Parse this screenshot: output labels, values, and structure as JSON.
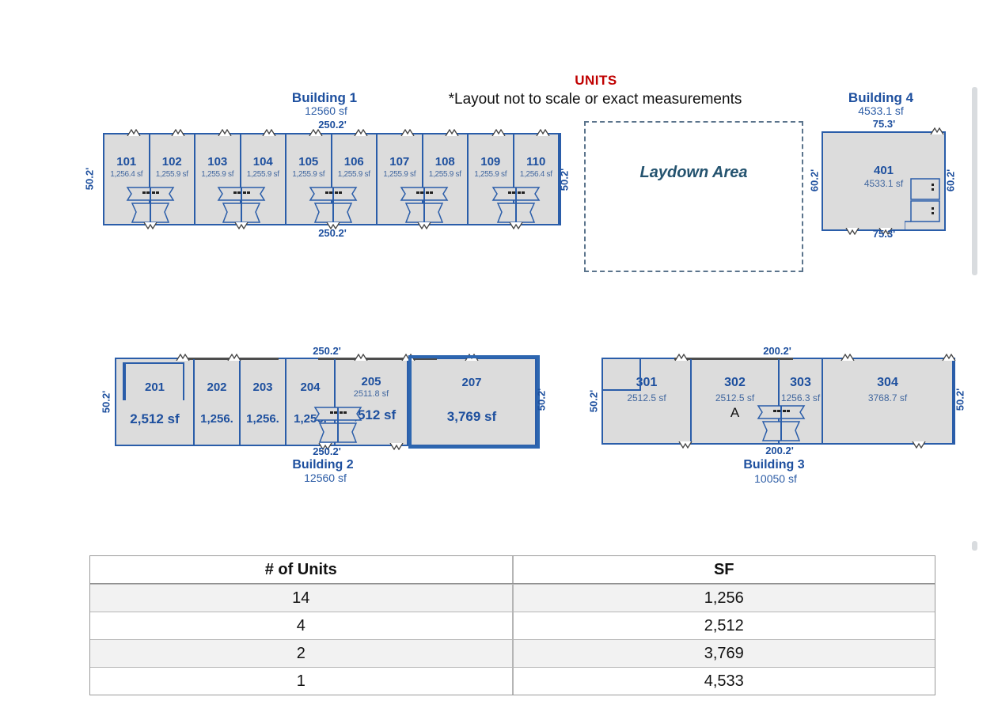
{
  "header": {
    "units_title": "UNITS",
    "disclaimer": "*Layout not to scale or exact measurements"
  },
  "laydown": {
    "label": "Laydown Area"
  },
  "buildings": {
    "b1": {
      "name": "Building 1",
      "total_sf": "12560 sf",
      "dim_top": "250.2'",
      "dim_bottom": "250.2'",
      "dim_left": "50.2'",
      "dim_right": "50.2'",
      "units": [
        {
          "number": "101",
          "sf": "1,256.4 sf"
        },
        {
          "number": "102",
          "sf": "1,255.9 sf"
        },
        {
          "number": "103",
          "sf": "1,255.9 sf"
        },
        {
          "number": "104",
          "sf": "1,255.9 sf"
        },
        {
          "number": "105",
          "sf": "1,255.9 sf"
        },
        {
          "number": "106",
          "sf": "1,255.9 sf"
        },
        {
          "number": "107",
          "sf": "1,255.9 sf"
        },
        {
          "number": "108",
          "sf": "1,255.9 sf"
        },
        {
          "number": "109",
          "sf": "1,255.9 sf"
        },
        {
          "number": "110",
          "sf": "1,256.4 sf"
        }
      ]
    },
    "b2": {
      "name": "Building 2",
      "total_sf": "12560 sf",
      "dim_top": "250.2'",
      "dim_bottom": "250.2'",
      "dim_left": "50.2'",
      "dim_right": "50.2'",
      "units": [
        {
          "number": "201",
          "sf": "2,512 sf"
        },
        {
          "number": "202",
          "sf": "1,256."
        },
        {
          "number": "203",
          "sf": "1,256."
        },
        {
          "number": "204",
          "sf": "1,256."
        },
        {
          "number": "205",
          "sf_small": "2511.8 sf",
          "sf": "2,512 sf"
        },
        {
          "number": "207",
          "sf": "3,769 sf"
        }
      ]
    },
    "b3": {
      "name": "Building 3",
      "total_sf": "10050 sf",
      "dim_top": "200.2'",
      "dim_bottom": "200.2'",
      "dim_left": "50.2'",
      "dim_right": "50.2'",
      "units": [
        {
          "number": "301",
          "sf": "2512.5 sf"
        },
        {
          "number": "302",
          "sf": "2512.5 sf",
          "annotation": "A"
        },
        {
          "number": "303",
          "sf": "1256.3 sf"
        },
        {
          "number": "304",
          "sf": "3768.7 sf"
        }
      ]
    },
    "b4": {
      "name": "Building 4",
      "total_sf": "4533.1 sf",
      "dim_top": "75.3'",
      "dim_bottom": "75.3'",
      "dim_left": "60.2'",
      "dim_right": "60.2'",
      "units": [
        {
          "number": "401",
          "sf": "4533.1 sf"
        }
      ]
    }
  },
  "table": {
    "headers": [
      "# of Units",
      "SF"
    ],
    "rows": [
      [
        "14",
        "1,256"
      ],
      [
        "4",
        "2,512"
      ],
      [
        "2",
        "3,769"
      ],
      [
        "1",
        "4,533"
      ]
    ]
  },
  "colors": {
    "accent_blue": "#1d4f9e",
    "wall_blue": "#2a5da9",
    "unit_fill": "#dcdcdc",
    "units_red": "#c00000",
    "laydown_text": "#24536f"
  }
}
